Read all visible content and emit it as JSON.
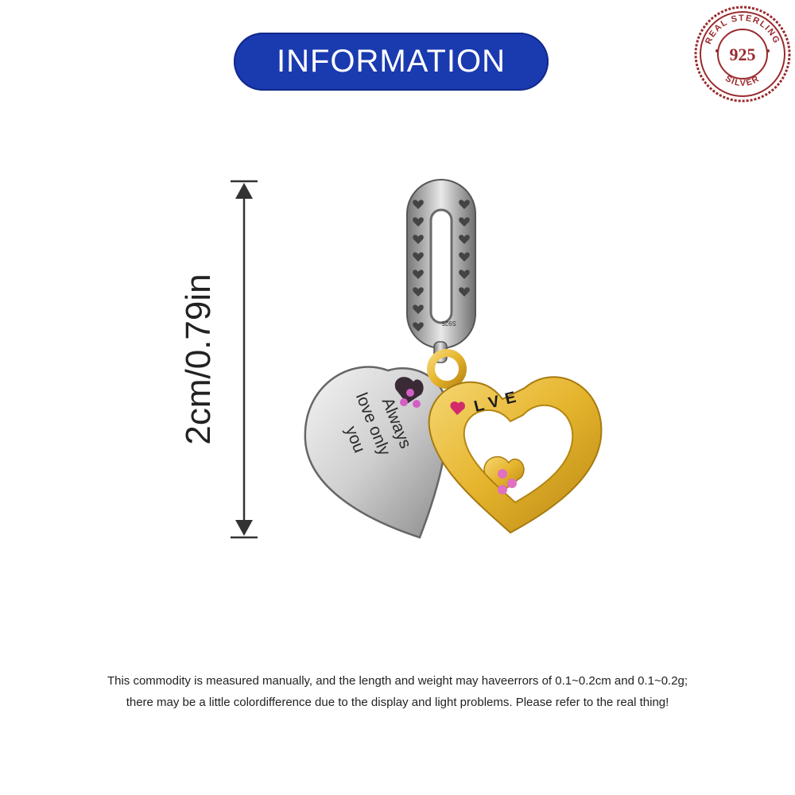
{
  "header": {
    "title": "INFORMATION"
  },
  "seal": {
    "top_text": "REAL STERLING",
    "number": "925",
    "bottom_text": "SILVER",
    "color": "#9a2a2e"
  },
  "dimension": {
    "label": "2cm/0.79in"
  },
  "product": {
    "engraving_lines": [
      "Always",
      "love only",
      "you"
    ],
    "bail_stamp": "S925",
    "love_text": "LVE",
    "icons": [
      "heart-icon"
    ]
  },
  "footnote": {
    "line1": "This commodity is measured manually, and the length and weight may haveerrors of 0.1~0.2cm and 0.1~0.2g;",
    "line2": "there may be a little colordifference due to the display and light problems. Please refer to the real thing!"
  },
  "colors": {
    "accent": "#1a3ab0",
    "gold": "#e9b92f",
    "silver": "#d9d9d9",
    "pink_stone": "#c24bb4"
  }
}
